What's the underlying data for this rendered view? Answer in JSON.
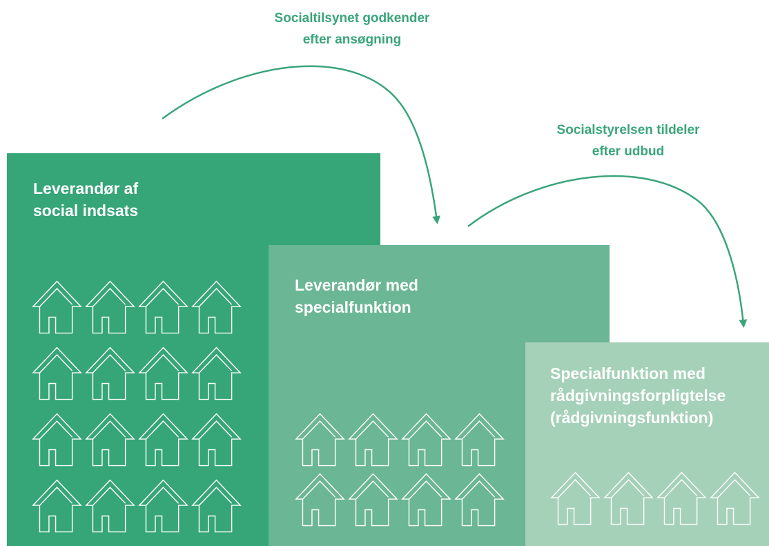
{
  "annotations": {
    "approval": {
      "line1": "Socialtilsynet godkender",
      "line2": "efter ansøgning"
    },
    "allocation": {
      "line1": "Socialstyrelsen tildeler",
      "line2": "efter udbud"
    }
  },
  "tiers": [
    {
      "title_line1": "Leverandør af",
      "title_line2": "social indsats",
      "house_count": 16
    },
    {
      "title_line1": "Leverandør med",
      "title_line2": "specialfunktion",
      "house_count": 8
    },
    {
      "title_line1": "Specialfunktion med",
      "title_line2": "rådgivningsforpligtelse",
      "title_line3": "(rådgivningsfunktion)",
      "house_count": 4
    }
  ],
  "colors": {
    "tier1": "#36a578",
    "tier2": "#6bb694",
    "tier3": "#a5d1b9",
    "accent": "#3aa57a",
    "icon": "#ffffff"
  },
  "icons": {
    "house": "house-icon",
    "arrow": "curved-arrow-icon"
  }
}
